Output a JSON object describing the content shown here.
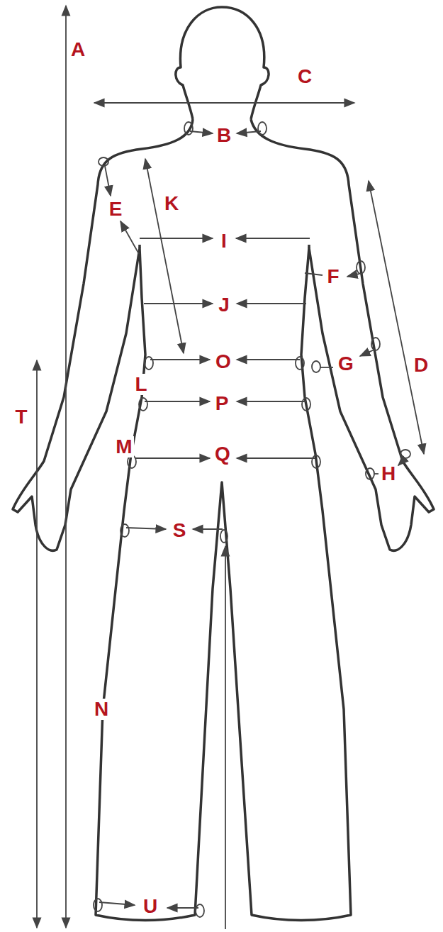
{
  "diagram": {
    "labels": [
      "A",
      "C",
      "B",
      "E",
      "K",
      "I",
      "F",
      "J",
      "D",
      "O",
      "G",
      "L",
      "P",
      "T",
      "M",
      "Q",
      "H",
      "S",
      "N",
      "U"
    ]
  }
}
